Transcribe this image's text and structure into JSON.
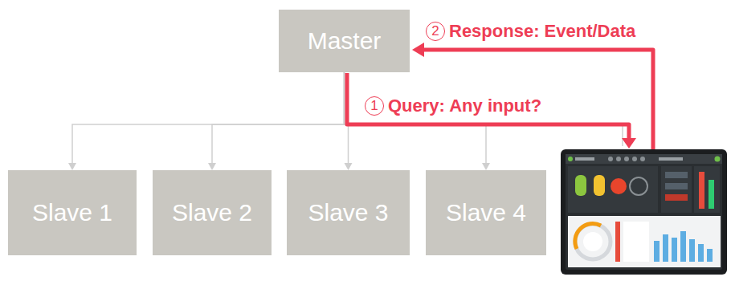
{
  "diagram": {
    "nodes": [
      {
        "text": [
          "Master"
        ]
      },
      {
        "text": [
          "Slave 1"
        ]
      },
      {
        "text": [
          "Slave 2"
        ]
      },
      {
        "text": [
          "Slave 3"
        ]
      },
      {
        "text": [
          "Slave 4"
        ]
      }
    ],
    "edges": [
      {
        "from": 0,
        "to": 1,
        "arrow": "to"
      },
      {
        "from": 0,
        "to": 2,
        "arrow": "to"
      },
      {
        "from": 0,
        "to": 3,
        "arrow": "to"
      },
      {
        "from": 0,
        "to": 4,
        "arrow": "to"
      }
    ],
    "labels": [
      "1",
      "Query: Any input?",
      "2",
      "Response: Event/Data"
    ]
  }
}
